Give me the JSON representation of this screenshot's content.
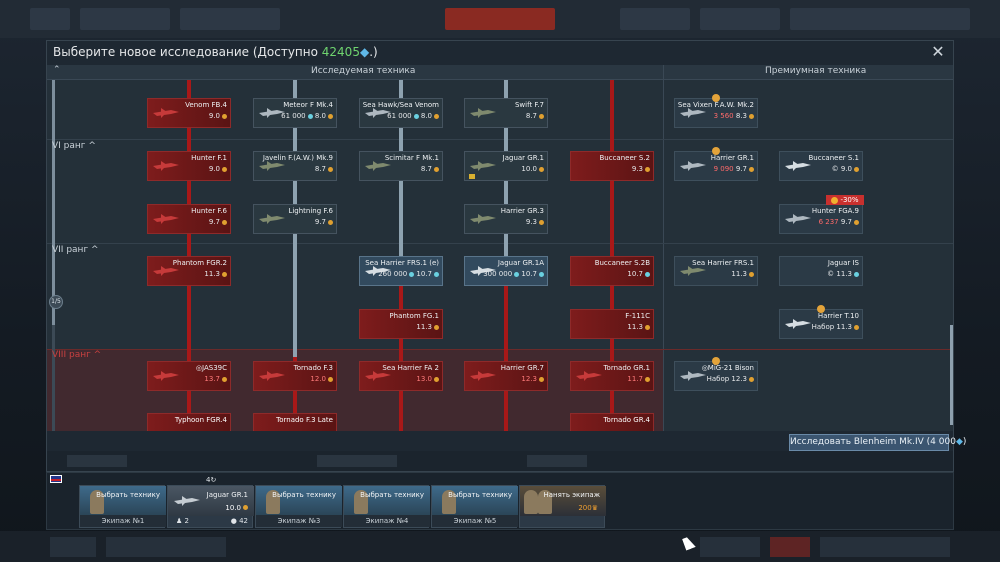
{
  "dialog": {
    "title_prefix": "Выберите новое исследование (Доступно ",
    "title_value": "42405",
    "title_suffix": ".)",
    "close_label": "✕"
  },
  "tree_header": {
    "researched": "Исследуемая техника",
    "premium": "Премиумная техника"
  },
  "ranks": {
    "vi": "VI ранг ^",
    "vii": "VII ранг ^",
    "viii": "VIII ранг ^"
  },
  "progress_label": "1/5",
  "nodes": [
    {
      "id": "venom",
      "name": "Venom FB.4",
      "br": "9.0"
    },
    {
      "id": "meteor",
      "name": "Meteor F Mk.4",
      "rp": "61 000",
      "br": "8.0"
    },
    {
      "id": "seahawk",
      "name": "Sea Hawk/Sea Venom",
      "rp": "61 000",
      "br": "8.0"
    },
    {
      "id": "swift",
      "name": "Swift F.7",
      "br": "8.7"
    },
    {
      "id": "seavixen",
      "name": "Sea Vixen F.A.W. Mk.2",
      "rp": "3 560",
      "br": "8.3"
    },
    {
      "id": "hunterf1",
      "name": "Hunter F.1",
      "br": "9.0"
    },
    {
      "id": "javelin",
      "name": "Javelin F.(A.W.) Mk.9",
      "br": "8.7"
    },
    {
      "id": "scimitar",
      "name": "Scimitar F Mk.1",
      "br": "8.7"
    },
    {
      "id": "jaguargr1",
      "name": "Jaguar GR.1",
      "br": "10.0"
    },
    {
      "id": "buccs2",
      "name": "Buccaneer S.2",
      "br": "9.3"
    },
    {
      "id": "harriergr1",
      "name": "Harrier GR.1",
      "rp": "9 090",
      "br": "9.7"
    },
    {
      "id": "buccs1",
      "name": "Buccaneer S.1",
      "br": "9.0"
    },
    {
      "id": "hunterf6",
      "name": "Hunter F.6",
      "br": "9.7"
    },
    {
      "id": "lightning",
      "name": "Lightning F.6",
      "br": "9.7"
    },
    {
      "id": "harriergr3",
      "name": "Harrier GR.3",
      "br": "9.3"
    },
    {
      "id": "hunterfga9",
      "name": "Hunter FGA.9",
      "rp": "6 237",
      "br": "9.7",
      "discount": "-30%"
    },
    {
      "id": "phantomfgr2",
      "name": "Phantom FGR.2",
      "br": "11.3"
    },
    {
      "id": "seaharrierfrs1e",
      "name": "Sea Harrier FRS.1 (e)",
      "rp": "260 000",
      "br": "10.7"
    },
    {
      "id": "jaguargr1a",
      "name": "Jaguar GR.1A",
      "rp": "300 000",
      "br": "10.7"
    },
    {
      "id": "buccs2b",
      "name": "Buccaneer S.2B",
      "br": "10.7"
    },
    {
      "id": "seaharrierfrs1",
      "name": "Sea Harrier FRS.1",
      "br": "11.3"
    },
    {
      "id": "jaguaris",
      "name": "Jaguar IS",
      "br": "11.3"
    },
    {
      "id": "phantomfg1",
      "name": "Phantom FG.1",
      "br": "11.3"
    },
    {
      "id": "f111c",
      "name": "F-111C",
      "br": "11.3"
    },
    {
      "id": "harriert10",
      "name": "Harrier T.10",
      "br": "Набор 11.3"
    },
    {
      "id": "jas39c",
      "name": "◎JAS39C",
      "br": "13.7"
    },
    {
      "id": "tornadof3",
      "name": "Tornado F.3",
      "br": "12.0"
    },
    {
      "id": "seaharrierfa2",
      "name": "Sea Harrier FA 2",
      "br": "13.0"
    },
    {
      "id": "harriergr7",
      "name": "Harrier GR.7",
      "br": "12.3"
    },
    {
      "id": "tornadogr1",
      "name": "Tornado GR.1",
      "br": "11.7"
    },
    {
      "id": "mig21bison",
      "name": "◎MiG-21 Bison",
      "br": "Набор 12.3"
    },
    {
      "id": "typhoon",
      "name": "Typhoon FGR.4"
    },
    {
      "id": "tornadof3late",
      "name": "Tornado F.3 Late"
    },
    {
      "id": "tornadogr4",
      "name": "Tornado GR.4"
    }
  ],
  "research_button": {
    "label_prefix": "Исследовать Blenheim Mk.IV (4 000",
    "label_suffix": ")"
  },
  "crew": {
    "slots": [
      {
        "label": "Выбрать технику",
        "caption": "Экипаж №1"
      },
      {
        "label": "Jaguar GR.1",
        "br": "10.0",
        "count": "4",
        "meta_left": "2",
        "meta_right": "42"
      },
      {
        "label": "Выбрать технику",
        "caption": "Экипаж №3"
      },
      {
        "label": "Выбрать технику",
        "caption": "Экипаж №4"
      },
      {
        "label": "Выбрать технику",
        "caption": "Экипаж №5"
      },
      {
        "label": "Нанять экипаж",
        "cost": "200"
      }
    ]
  },
  "colors": {
    "accent_green": "#6fd46f",
    "gem_blue": "#5fb8e8",
    "tree_red": "#a81818",
    "discount_red": "#c8302e"
  }
}
